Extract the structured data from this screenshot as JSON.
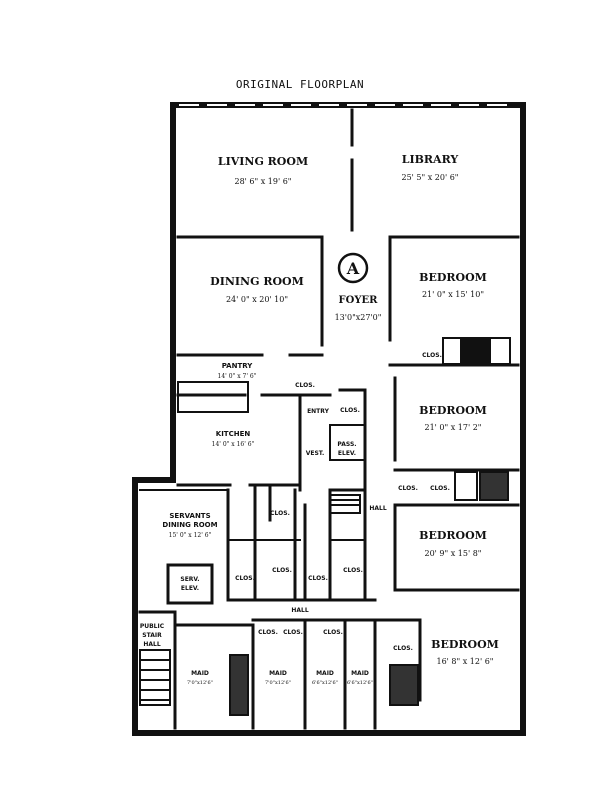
{
  "title": "ORIGINAL FLOORPLAN",
  "unit_badge": "A",
  "rooms": {
    "living_room": {
      "name": "LIVING ROOM",
      "dims": "28' 6\" x 19' 6\""
    },
    "library": {
      "name": "LIBRARY",
      "dims": "25' 5\" x 20' 6\""
    },
    "dining_room": {
      "name": "DINING ROOM",
      "dims": "24' 0\" x 20' 10\""
    },
    "foyer": {
      "name": "FOYER",
      "dims": "13'0\"x27'0\""
    },
    "bedroom_1": {
      "name": "BEDROOM",
      "dims": "21' 0\" x 15' 10\""
    },
    "bedroom_2": {
      "name": "BEDROOM",
      "dims": "21' 0\" x 17' 2\""
    },
    "bedroom_3": {
      "name": "BEDROOM",
      "dims": "20' 9\" x 15' 8\""
    },
    "bedroom_4": {
      "name": "BEDROOM",
      "dims": "16' 8\" x 12' 6\""
    },
    "pantry": {
      "name": "PANTRY",
      "dims": "14' 0\" x 7' 6\""
    },
    "kitchen": {
      "name": "KITCHEN",
      "dims": "14' 0\" x 16' 6\""
    },
    "servants_dining": {
      "name": "SERVANTS DINING ROOM",
      "line1": "SERVANTS",
      "line2": "DINING ROOM",
      "dims": "15' 0\" x 12' 6\""
    },
    "service_elev": {
      "line1": "SERV.",
      "line2": "ELEV."
    },
    "public_stair": {
      "line1": "PUBLIC",
      "line2": "STAIR",
      "line3": "HALL"
    },
    "pass_elev": {
      "line1": "PASS.",
      "line2": "ELEV."
    },
    "entry": "ENTRY",
    "vest": "VEST.",
    "hall": "HALL",
    "hall_lower": "HALL",
    "maids": [
      {
        "name": "MAID",
        "dims": "7'0\"x12'6\""
      },
      {
        "name": "MAID",
        "dims": "7'0\"x12'6\""
      },
      {
        "name": "MAID",
        "dims": "6'6\"x12'6\""
      },
      {
        "name": "MAID",
        "dims": "6'6\"x12'6\""
      }
    ],
    "clos": "CLOS."
  }
}
